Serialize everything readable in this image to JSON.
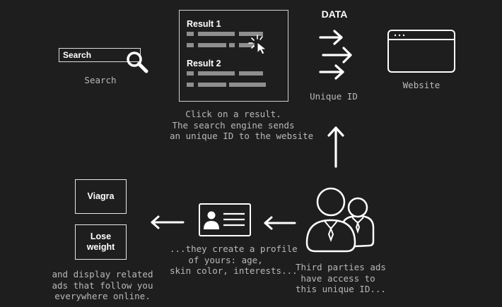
{
  "search": {
    "box_text": "Search",
    "caption": "Search"
  },
  "results": {
    "items": [
      {
        "title": "Result 1"
      },
      {
        "title": "Result 2"
      }
    ],
    "caption": [
      "Click on a result.",
      "The search engine sends",
      "an unique ID to the website"
    ]
  },
  "data_flow": {
    "title": "DATA",
    "caption": "Unique ID"
  },
  "website": {
    "caption": "Website"
  },
  "third_parties": {
    "caption": [
      "Third parties ads",
      "have access to",
      "this unique ID..."
    ]
  },
  "profile": {
    "caption": [
      "...they create a profile",
      "of yours: age,",
      "skin color, interests..."
    ]
  },
  "ads": {
    "items": [
      {
        "label": "Viagra"
      },
      {
        "label": "Lose weight"
      }
    ],
    "caption": [
      "and display related",
      "ads that follow you",
      "everywhere online."
    ]
  }
}
